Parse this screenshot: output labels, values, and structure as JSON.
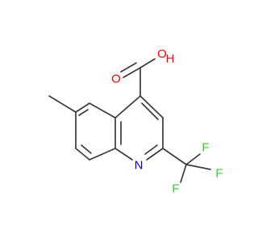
{
  "molecule": {
    "atoms": {
      "oxygen_hydroxyl": {
        "label": "O",
        "color": "#ff0000"
      },
      "hydrogen_hydroxyl": {
        "label": "H",
        "color": "#ff0000"
      },
      "oxygen_carbonyl": {
        "label": "O",
        "color": "#ff0000"
      },
      "nitrogen": {
        "label": "N",
        "color": "#0000ff"
      },
      "fluorine_top": {
        "label": "F",
        "color": "#33cc33"
      },
      "fluorine_right": {
        "label": "F",
        "color": "#33cc33"
      },
      "fluorine_bottom": {
        "label": "F",
        "color": "#33cc33"
      }
    },
    "bond_color": "#3a3a3a"
  }
}
